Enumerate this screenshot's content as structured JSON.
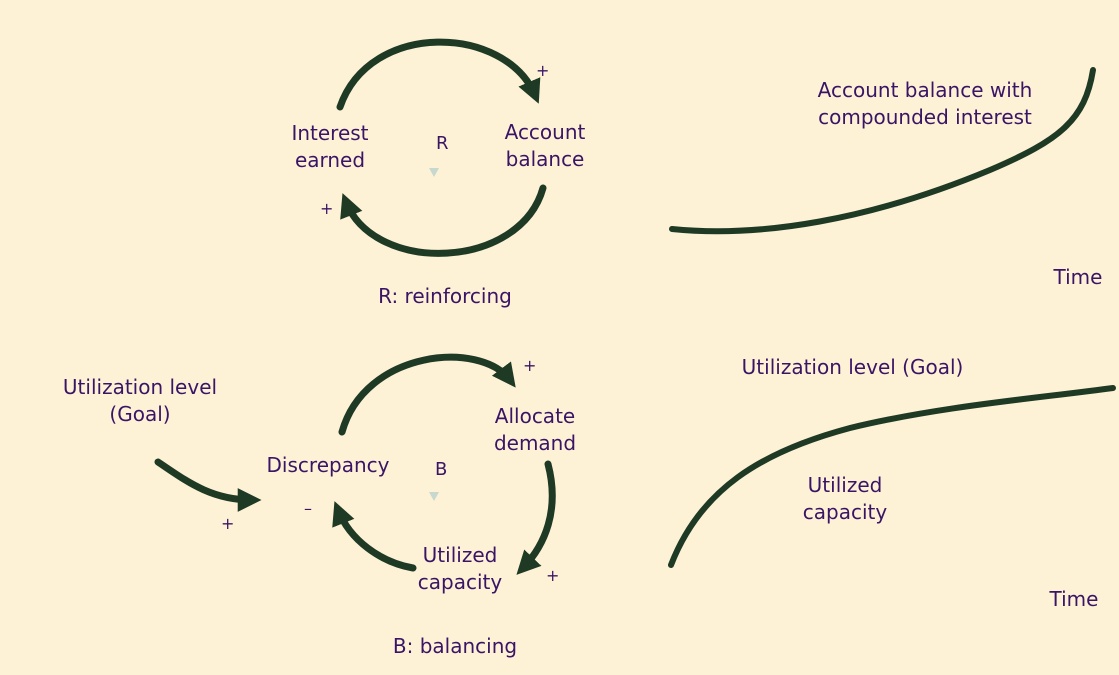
{
  "reinforcing": {
    "interest_earned": "Interest\nearned",
    "account_balance": "Account\nbalance",
    "loop_letter": "R",
    "caption": "R: reinforcing",
    "sign_top": "+",
    "sign_bottom": "+"
  },
  "balancing": {
    "goal": "Utilization level\n(Goal)",
    "discrepancy": "Discrepancy",
    "allocate_demand": "Allocate\ndemand",
    "utilized_capacity": "Utilized\ncapacity",
    "loop_letter": "B",
    "caption": "B: balancing",
    "sign_goal": "+",
    "sign_discrepancy": "–",
    "sign_top": "+",
    "sign_right": "+"
  },
  "graph_top": {
    "curve_label": "Account balance with\ncompounded interest",
    "x_label": "Time"
  },
  "graph_bottom": {
    "goal_label": "Utilization level (Goal)",
    "curve_label": "Utilized\ncapacity",
    "x_label": "Time"
  },
  "colors": {
    "background": "#fdf1d6",
    "text": "#3a1566",
    "arrow": "#1f3a24"
  }
}
